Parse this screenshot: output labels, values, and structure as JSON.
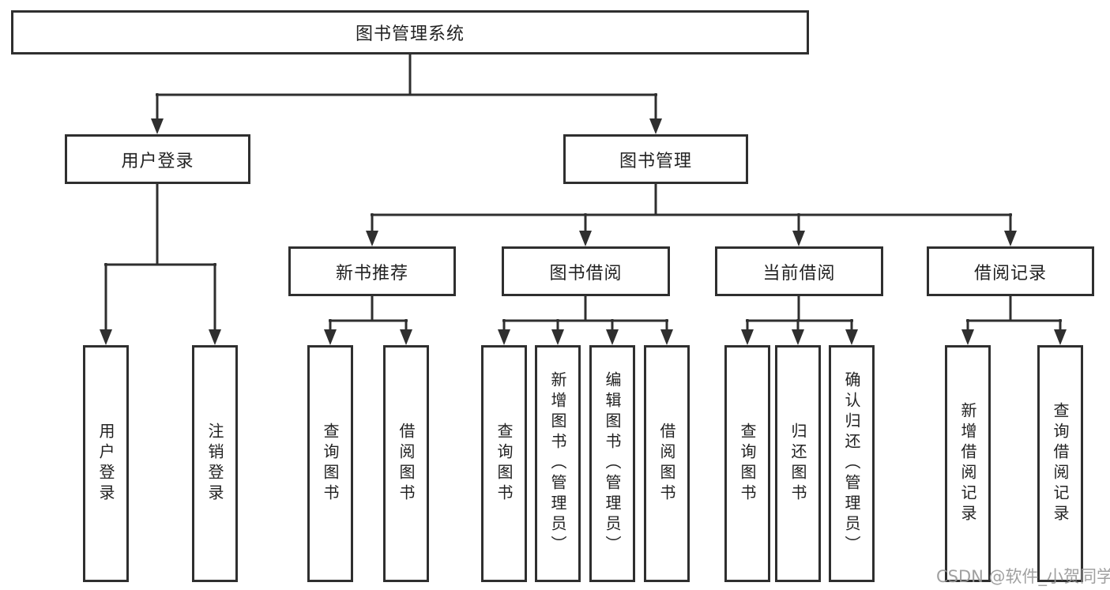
{
  "diagram": {
    "root": {
      "label": "图书管理系统"
    },
    "level2": [
      {
        "label": "用户登录"
      },
      {
        "label": "图书管理"
      }
    ],
    "level3": [
      {
        "label": "新书推荐"
      },
      {
        "label": "图书借阅"
      },
      {
        "label": "当前借阅"
      },
      {
        "label": "借阅记录"
      }
    ],
    "leaves": [
      {
        "label": "用户登录"
      },
      {
        "label": "注销登录"
      },
      {
        "label": "查询图书"
      },
      {
        "label": "借阅图书"
      },
      {
        "label": "查询图书"
      },
      {
        "label": "新增图书（管理员）"
      },
      {
        "label": "编辑图书（管理员）"
      },
      {
        "label": "借阅图书"
      },
      {
        "label": "查询图书"
      },
      {
        "label": "归还图书"
      },
      {
        "label": "确认归还（管理员）"
      },
      {
        "label": "新增借阅记录"
      },
      {
        "label": "查询借阅记录"
      }
    ]
  },
  "watermark": {
    "text": "CSDN @软件_小贺同学"
  },
  "colors": {
    "line": "#2f2f2f",
    "text": "#222222",
    "watermark": "#989898",
    "background": "#ffffff"
  }
}
